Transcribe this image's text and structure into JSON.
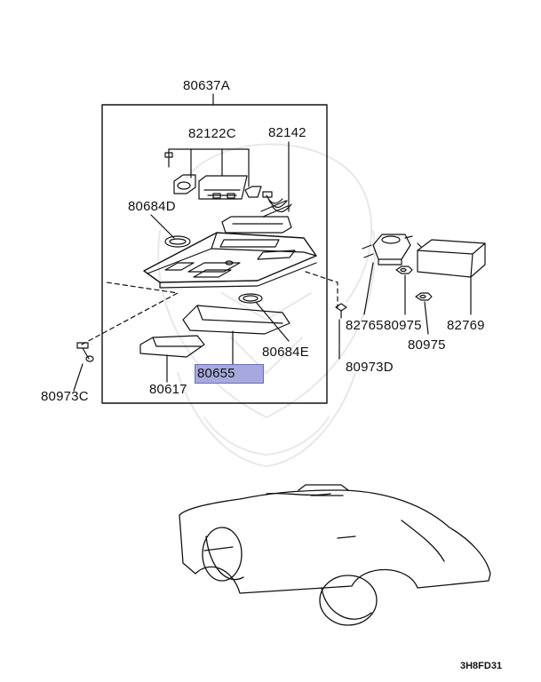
{
  "diagram": {
    "labels": {
      "assembly": "80637A",
      "p82122C": "82122C",
      "p82142": "82142",
      "p80684D": "80684D",
      "p80684E": "80684E",
      "p80655": "80655",
      "p80617": "80617",
      "p80973C": "80973C",
      "p80973D": "80973D",
      "p82765": "82765",
      "p80975a": "80975",
      "p80975b": "80975",
      "p82769": "82769"
    },
    "highlighted_part": "80655",
    "diagram_code": "3H8FD31",
    "highlight_color": "#a7a9de"
  }
}
